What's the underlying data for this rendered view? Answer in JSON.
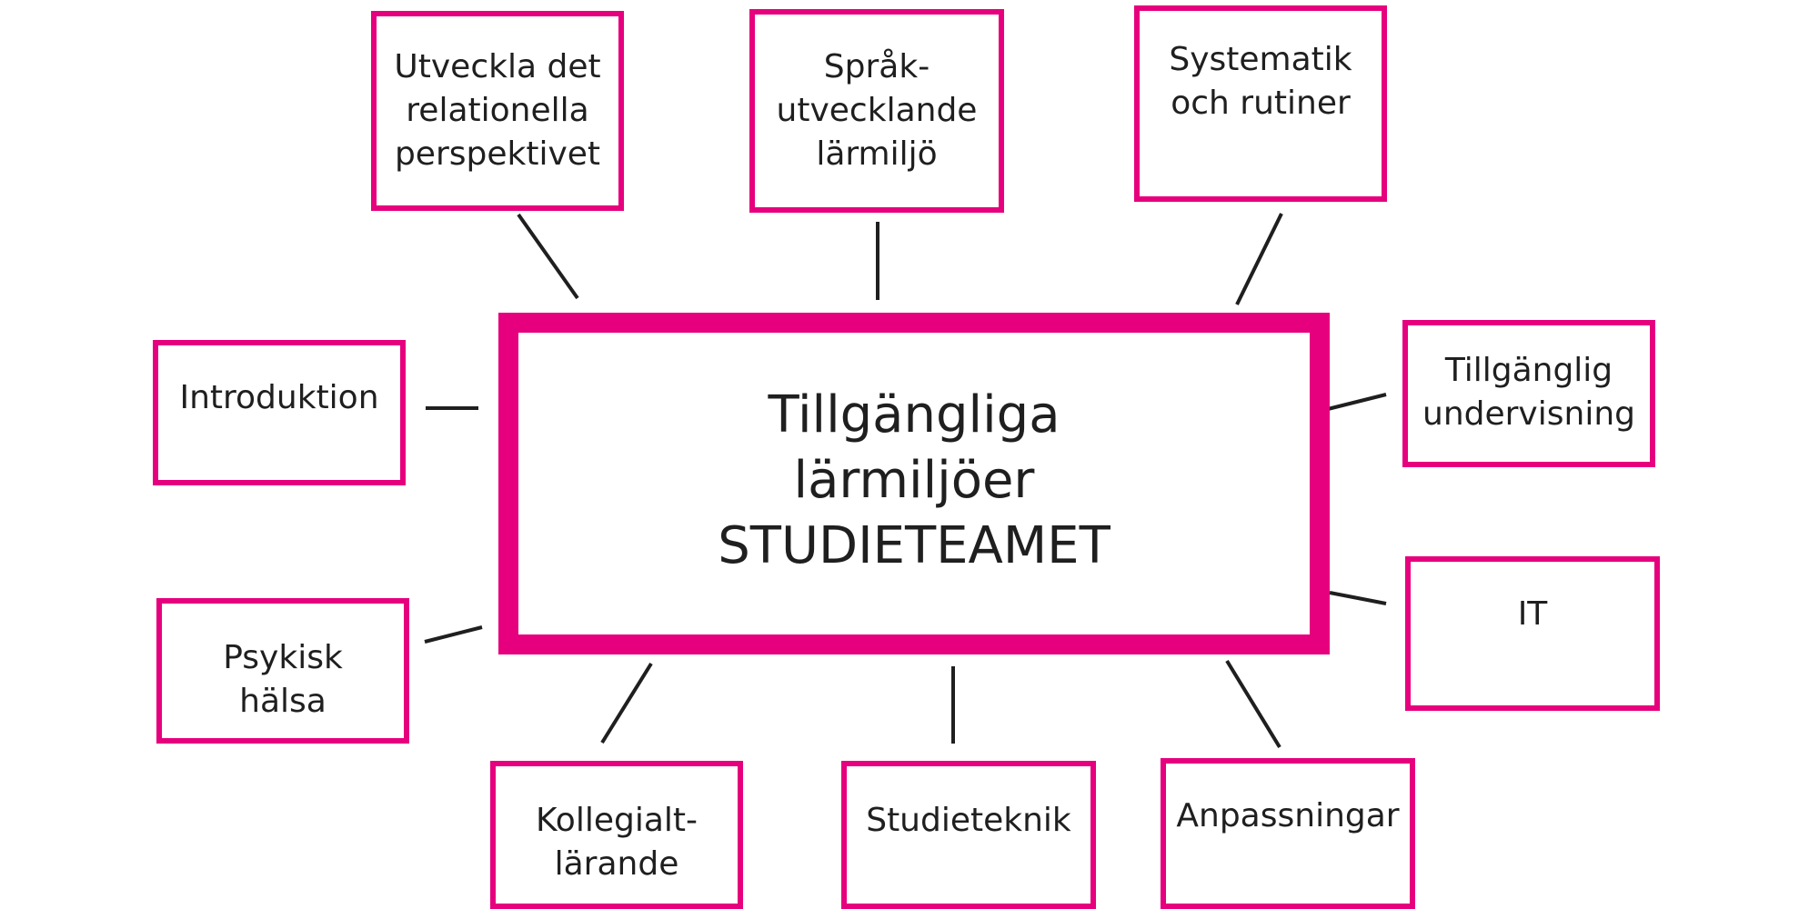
{
  "theme": {
    "accent_color": "#e6007e",
    "line_color": "#1f1f1f"
  },
  "center": {
    "label": "Tillgängliga\nlärmiljöer\nSTUDIETEAMET"
  },
  "boxes": [
    {
      "id": "relationella",
      "label": "Utveckla det\nrelationella\nperspektivet"
    },
    {
      "id": "sprak",
      "label": "Språk-\nutvecklande\nlärmiljö"
    },
    {
      "id": "systematik",
      "label": "Systematik\noch rutiner"
    },
    {
      "id": "introduktion",
      "label": "Introduktion"
    },
    {
      "id": "tillganglig-undervisning",
      "label": "Tillgänglig\nundervisning"
    },
    {
      "id": "it",
      "label": "IT"
    },
    {
      "id": "psykisk-halsa",
      "label": "Psykisk\nhälsa"
    },
    {
      "id": "kollegialt",
      "label": "Kollegialt-\nlärande"
    },
    {
      "id": "studieteknik",
      "label": "Studieteknik"
    },
    {
      "id": "anpassningar",
      "label": "Anpassningar"
    }
  ]
}
